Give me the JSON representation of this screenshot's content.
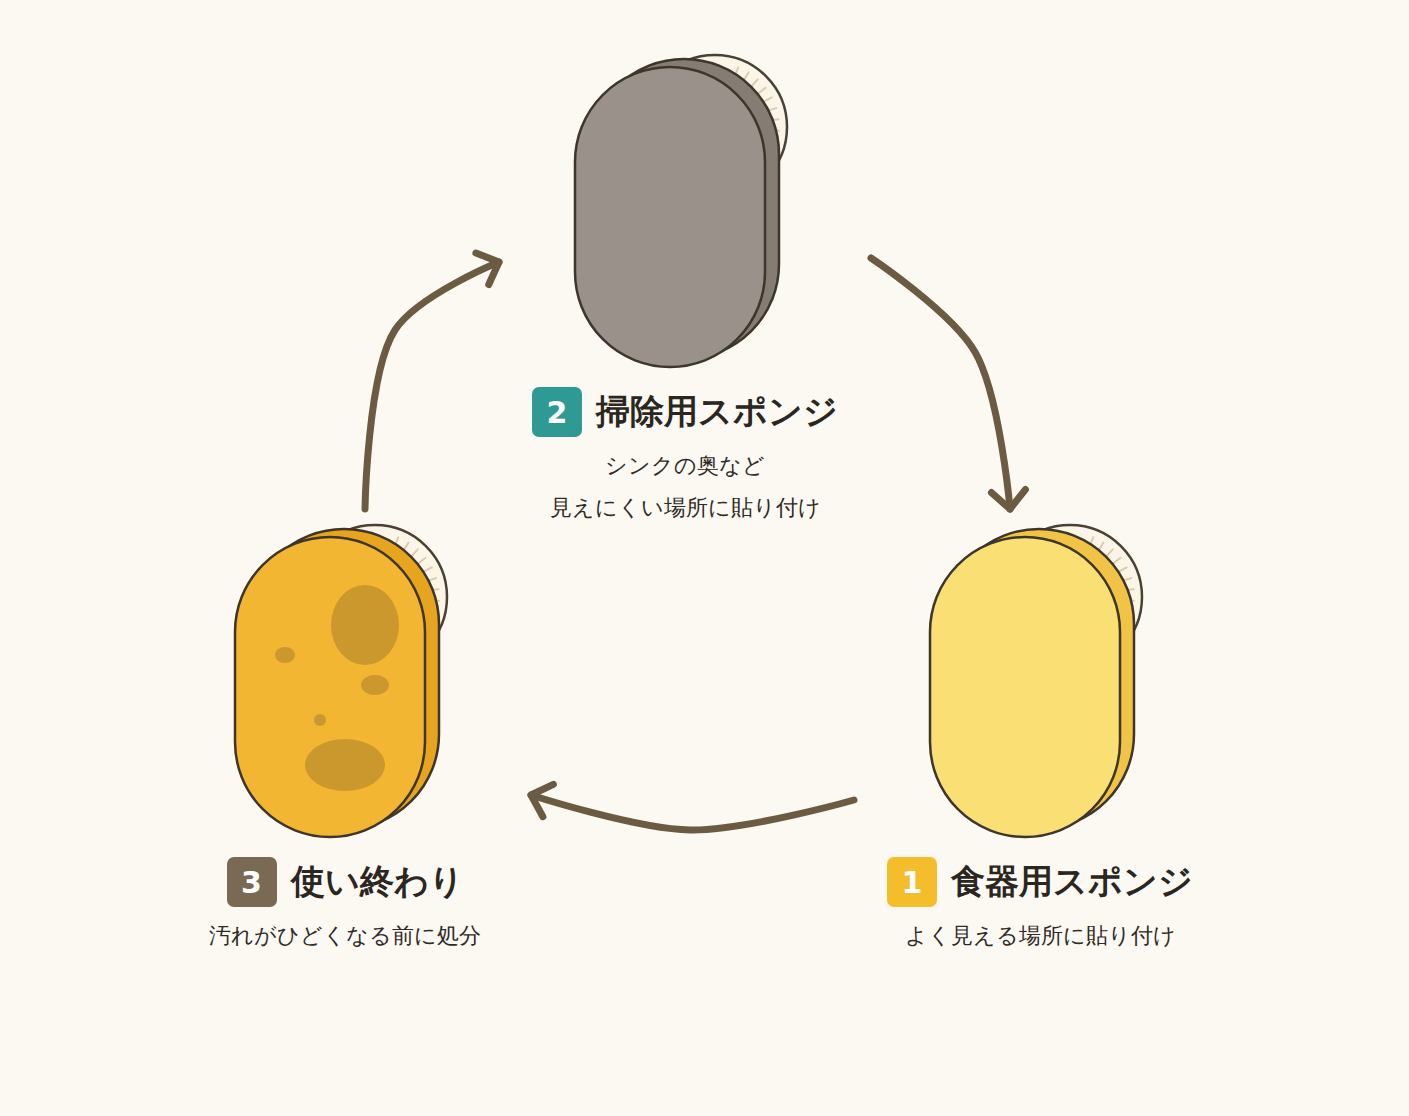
{
  "diagram": {
    "nodes": [
      {
        "text": [
          "1",
          "食器用スポンジ",
          "よく見える場所に貼り付け"
        ]
      },
      {
        "text": [
          "2",
          "掃除用スポンジ",
          "シンクの奥など 見えにくい場所に貼り付け"
        ]
      },
      {
        "text": [
          "3",
          "使い終わり",
          "汚れがひどくなる前に処分"
        ]
      }
    ],
    "edges": [
      {
        "from": 1,
        "to": 0,
        "arrow": "to"
      },
      {
        "from": 0,
        "to": 2,
        "arrow": "to"
      },
      {
        "from": 2,
        "to": 1,
        "arrow": "to"
      }
    ]
  }
}
